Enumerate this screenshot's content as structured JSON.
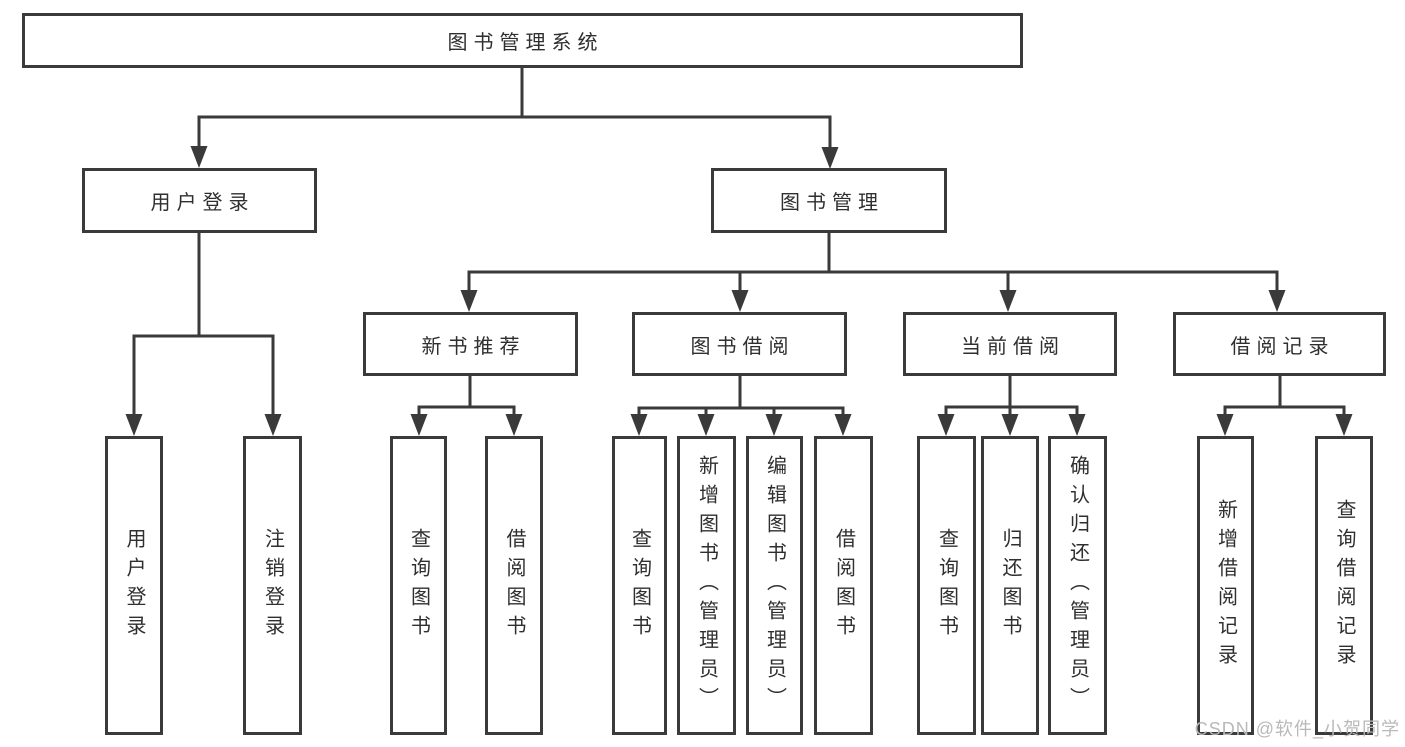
{
  "diagram": {
    "watermark": "CSDN @软件_小贺同学",
    "colors": {
      "line": "#3a3a3a",
      "box_border": "#3a3a3a",
      "text": "#2f2f2f",
      "watermark": "#b9b9b9",
      "background": "#ffffff"
    },
    "tree": {
      "label": "图书管理系统",
      "children": [
        {
          "label": "用户登录",
          "children": [
            {
              "label": "用户登录"
            },
            {
              "label": "注销登录"
            }
          ]
        },
        {
          "label": "图书管理",
          "children": [
            {
              "label": "新书推荐",
              "children": [
                {
                  "label": "查询图书"
                },
                {
                  "label": "借阅图书"
                }
              ]
            },
            {
              "label": "图书借阅",
              "children": [
                {
                  "label": "查询图书"
                },
                {
                  "label": "新增图书（管理员）"
                },
                {
                  "label": "编辑图书（管理员）"
                },
                {
                  "label": "借阅图书"
                }
              ]
            },
            {
              "label": "当前借阅",
              "children": [
                {
                  "label": "查询图书"
                },
                {
                  "label": "归还图书"
                },
                {
                  "label": "确认归还（管理员）"
                }
              ]
            },
            {
              "label": "借阅记录",
              "children": [
                {
                  "label": "新增借阅记录"
                },
                {
                  "label": "查询借阅记录"
                }
              ]
            }
          ]
        }
      ]
    }
  }
}
